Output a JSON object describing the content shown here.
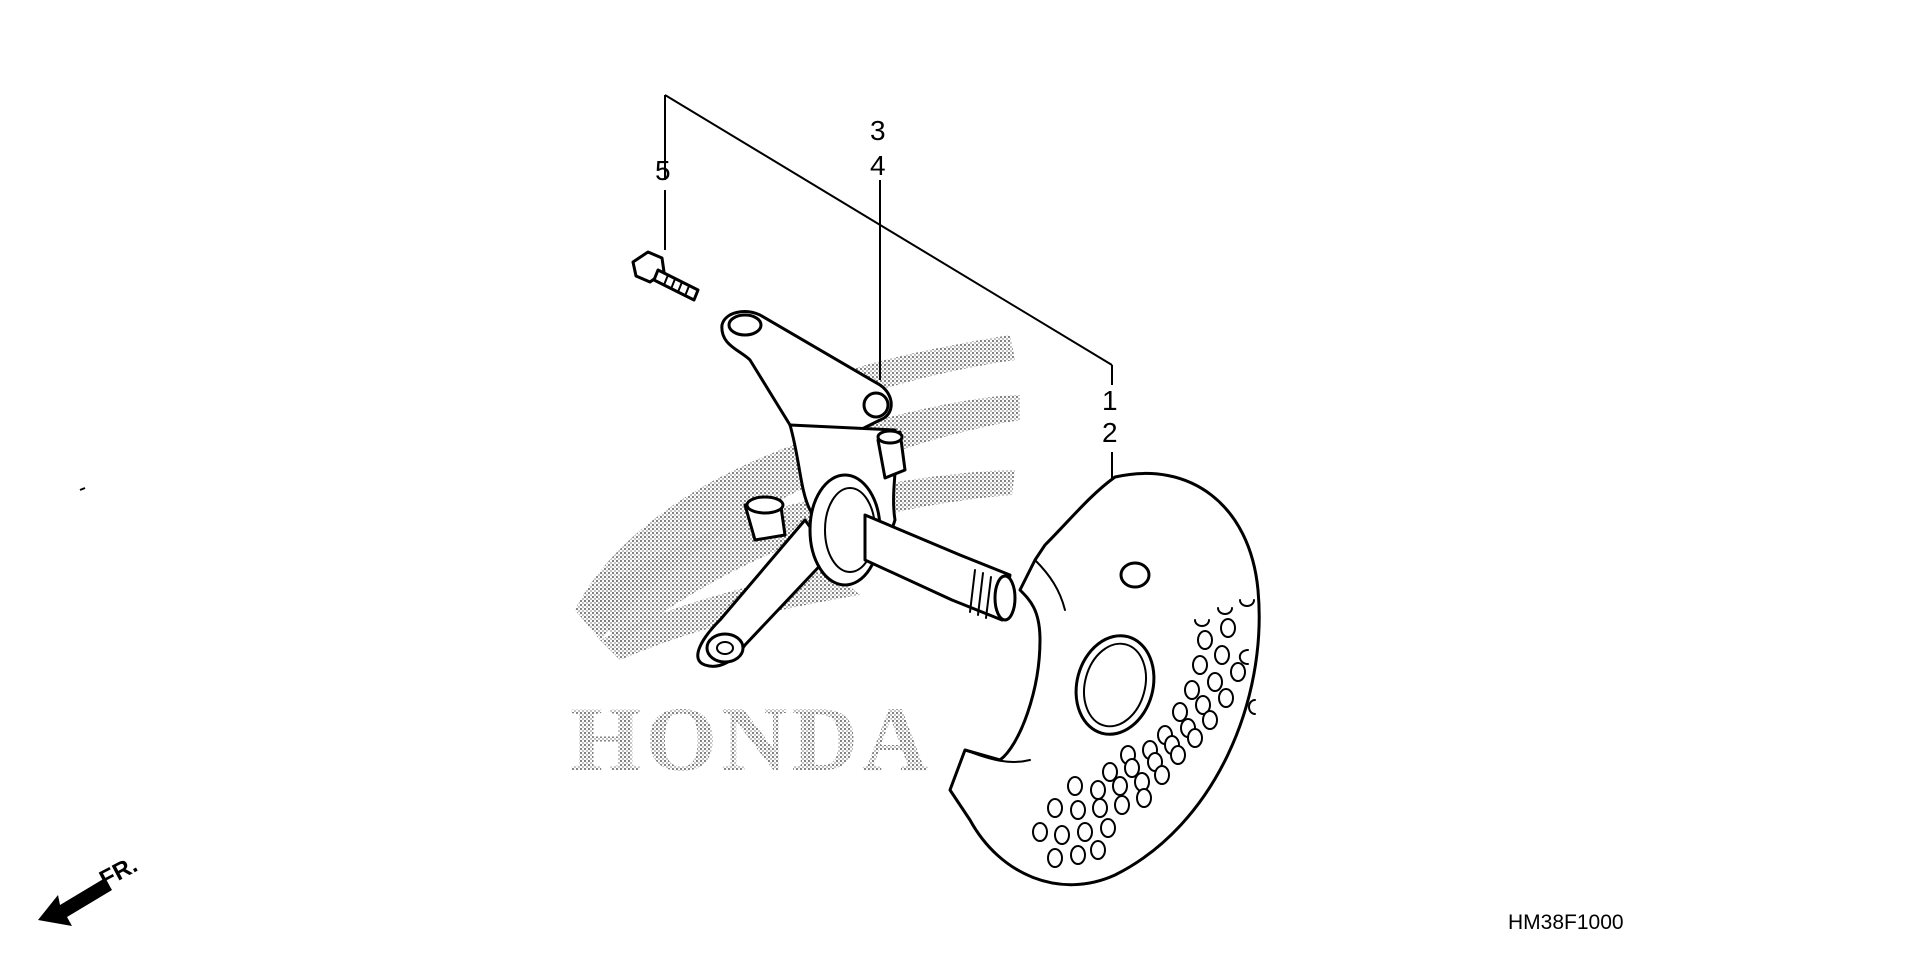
{
  "callouts": {
    "c1": "1",
    "c2": "2",
    "c3": "3",
    "c4": "4",
    "c5": "5"
  },
  "watermark": {
    "brand": "HONDA"
  },
  "direction": {
    "label": "FR."
  },
  "diagram_code": "HM38F1000",
  "colors": {
    "ink": "#000000",
    "watermark": "#8a8a8a",
    "background": "#ffffff"
  }
}
